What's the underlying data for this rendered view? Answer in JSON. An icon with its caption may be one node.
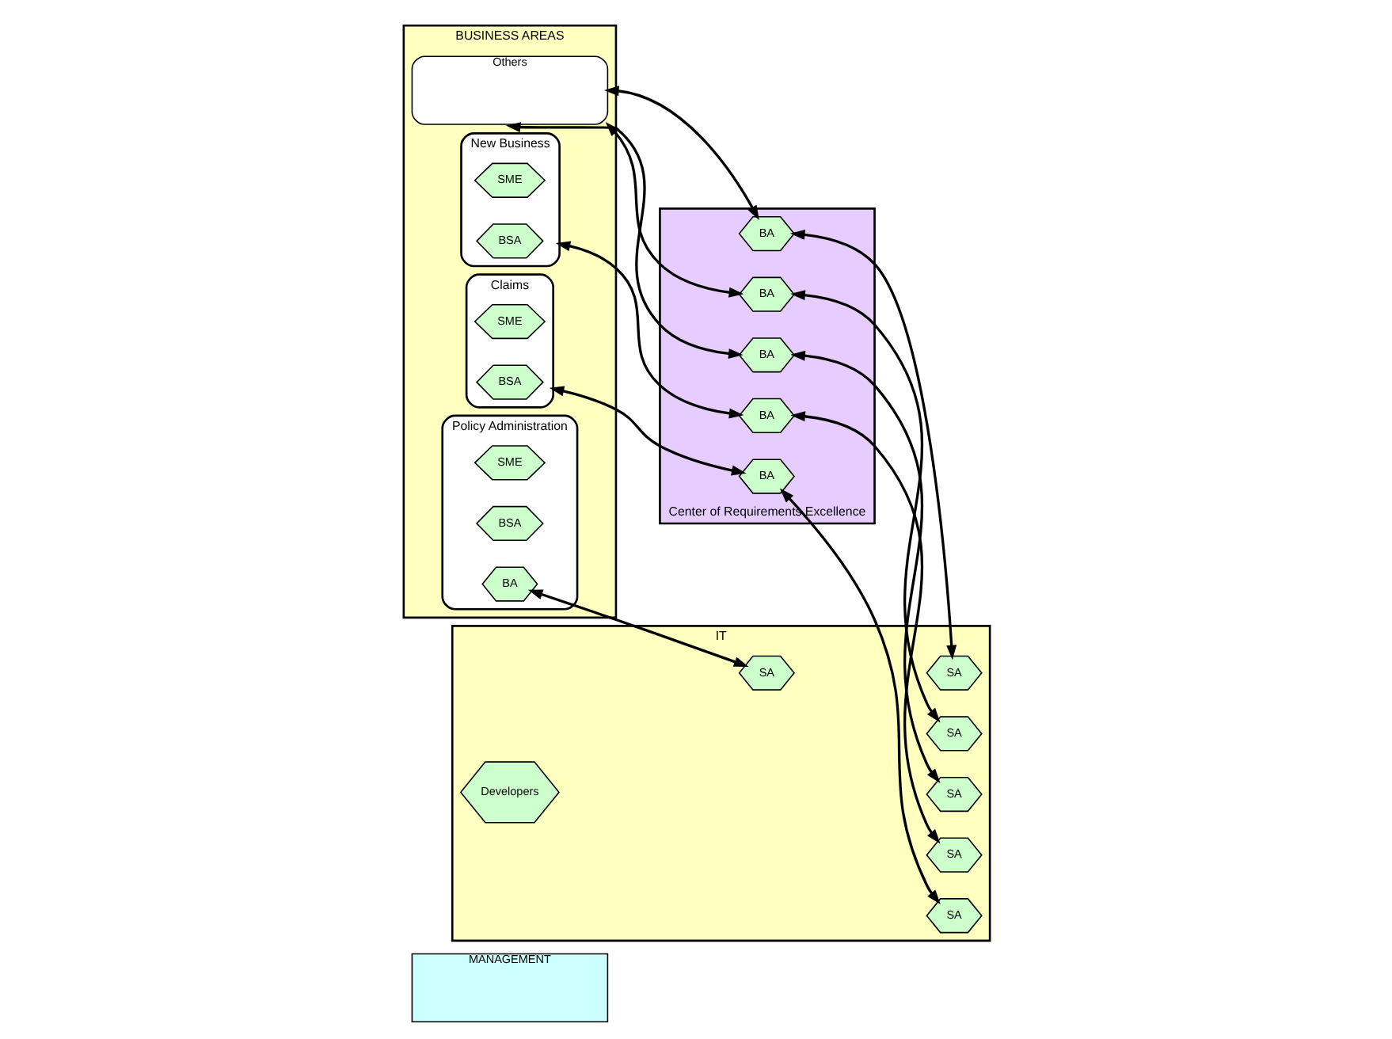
{
  "diagram": {
    "nodes": [
      {
        "text": [
          "MANAGEMENT"
        ]
      },
      {
        "text": [
          "BUSINESS AREAS"
        ]
      },
      {
        "text": [
          "New Business"
        ],
        "in": 1
      },
      {
        "text": [
          "SME"
        ],
        "in": 2
      },
      {
        "text": [
          "BSA"
        ],
        "in": 2
      },
      {
        "text": [
          "Claims"
        ],
        "in": 1
      },
      {
        "text": [
          "SME"
        ],
        "in": 5
      },
      {
        "text": [
          "BSA"
        ],
        "in": 5
      },
      {
        "text": [
          "Policy Administration"
        ],
        "in": 1
      },
      {
        "text": [
          "SME"
        ],
        "in": 8
      },
      {
        "text": [
          "BSA"
        ],
        "in": 8
      },
      {
        "text": [
          "BA"
        ],
        "in": 8
      },
      {
        "text": [
          "Others"
        ],
        "in": 1
      },
      {
        "text": [
          "Center of Requirements Excellence"
        ]
      },
      {
        "text": [
          "BA"
        ],
        "in": 13
      },
      {
        "text": [
          "BA"
        ],
        "in": 13
      },
      {
        "text": [
          "BA"
        ],
        "in": 13
      },
      {
        "text": [
          "BA"
        ],
        "in": 13
      },
      {
        "text": [
          "BA"
        ],
        "in": 13
      },
      {
        "text": [
          "IT"
        ]
      },
      {
        "text": [
          "SA"
        ],
        "in": 19
      },
      {
        "text": [
          "SA"
        ],
        "in": 19
      },
      {
        "text": [
          "SA"
        ],
        "in": 19
      },
      {
        "text": [
          "SA"
        ],
        "in": 19
      },
      {
        "text": [
          "SA"
        ],
        "in": 19
      },
      {
        "text": [
          "SA"
        ],
        "in": 19
      },
      {
        "text": [
          "Developers"
        ],
        "in": 19
      }
    ],
    "edges": [
      {
        "from": 2,
        "to": 14,
        "arrow": "both"
      },
      {
        "from": 14,
        "to": 20,
        "arrow": "both"
      },
      {
        "from": 5,
        "to": 15,
        "arrow": "both"
      },
      {
        "from": 15,
        "to": 21,
        "arrow": "both"
      },
      {
        "from": 11,
        "to": 22,
        "arrow": "both"
      },
      {
        "from": 12,
        "to": 16,
        "arrow": "both"
      },
      {
        "from": 16,
        "to": 23,
        "arrow": "both"
      },
      {
        "from": 12,
        "to": 17,
        "arrow": "both"
      },
      {
        "from": 17,
        "to": 24,
        "arrow": "both"
      },
      {
        "from": 12,
        "to": 18,
        "arrow": "both"
      },
      {
        "from": 18,
        "to": 25,
        "arrow": "both"
      }
    ]
  }
}
